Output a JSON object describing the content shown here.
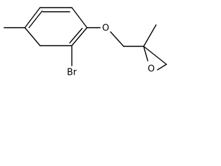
{
  "molecule": {
    "atoms": {
      "oxygen_ether": "O",
      "bromine": "Br",
      "oxygen_epoxide": "O"
    }
  }
}
